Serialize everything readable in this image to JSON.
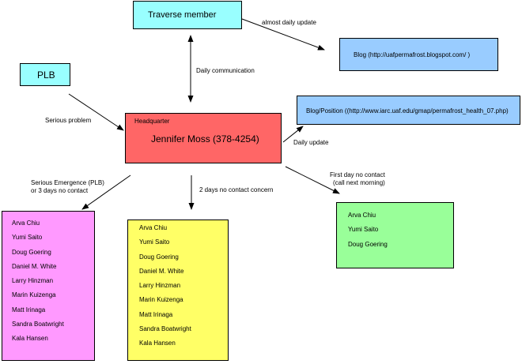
{
  "nodes": {
    "traverse": {
      "label": "Traverse member"
    },
    "plb": {
      "label": "PLB"
    },
    "blog": {
      "label": "Blog (http://uafpermafrost.blogspot.com/ )"
    },
    "blog_position": {
      "label": "Blog/Position ((http://www.iarc.uaf.edu/gmap/permafrost_health_07.php)"
    },
    "headquarter": {
      "title": "Headquarter",
      "contact": "Jennifer Moss (378-4254)"
    }
  },
  "edges": {
    "almost_daily": "almost daily update",
    "daily_comm": "Daily communication",
    "serious_problem": "Serious problem",
    "daily_update": "Daily update",
    "emergency_line1": "Serious Emergence (PLB)",
    "emergency_line2": "or 3 days no contact",
    "two_days": "2 days no contact concern",
    "first_day_line1": "First day no contact",
    "first_day_line2": "(call next morning)"
  },
  "lists": {
    "pink": [
      "Arva Chiu",
      "Yumi Saito",
      "Doug Goering",
      "Daniel M. White",
      "Larry Hinzman",
      "Marin Kuizenga",
      "Matt Irinaga",
      "Sandra Boatwright",
      "Kala Hansen"
    ],
    "yellow": [
      "Arva Chiu",
      "Yumi Saito",
      "Doug Goering",
      "Daniel M. White",
      "Larry Hinzman",
      "Marin Kuizenga",
      "Matt Irinaga",
      "Sandra Boatwright",
      "Kala Hansen"
    ],
    "green": [
      "Arva Chiu",
      "Yumi Saito",
      "Doug Goering"
    ]
  },
  "colors": {
    "cyan": "#99ffff",
    "blue": "#99ccff",
    "red": "#ff6666",
    "pink": "#ff99ff",
    "yellow": "#ffff66",
    "green": "#99ff99"
  }
}
